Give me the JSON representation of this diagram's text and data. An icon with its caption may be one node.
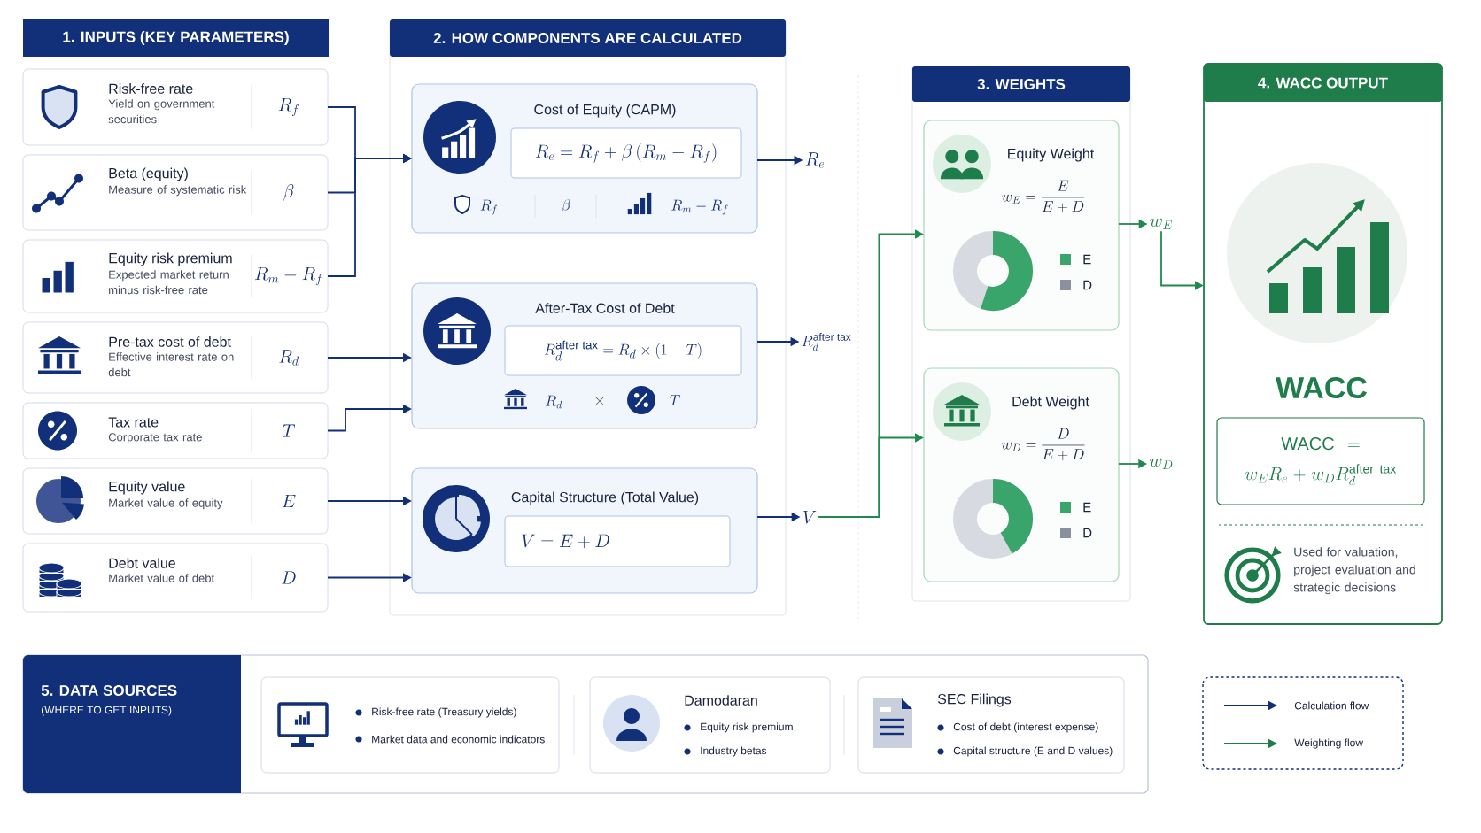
{
  "diagram": {
    "nodes": [
      {
        "text": [
          "1. INPUTS (KEY PARAMETERS)"
        ]
      },
      {
        "text": [
          "Risk-free rate",
          "Yield on government securities",
          "R_f"
        ]
      },
      {
        "text": [
          "Beta (equity)",
          "Measure of systematic risk",
          "\\beta"
        ]
      },
      {
        "text": [
          "Equity risk premium",
          "Expected market return minus risk-free rate",
          "R_m - R_f"
        ]
      },
      {
        "text": [
          "Pre-tax cost of debt",
          "Effective interest rate on debt",
          "R_d"
        ]
      },
      {
        "text": [
          "Tax rate",
          "Corporate tax rate",
          "T"
        ]
      },
      {
        "text": [
          "Equity value",
          "Market value of equity",
          "E"
        ]
      },
      {
        "text": [
          "Debt value",
          "Market value of debt",
          "D"
        ]
      },
      {
        "text": [
          "2. HOW COMPONENTS ARE CALCULATED"
        ]
      },
      {
        "text": [
          "Cost of Equity (CAPM)",
          "R_f",
          "\\beta",
          "R_m - R_f"
        ],
        "in": 8
      },
      {
        "text": [
          "R_e = R_f + \\beta\\,(R_m - R_f)"
        ],
        "in": 9
      },
      {
        "text": [
          "After-Tax Cost of Debt",
          "R_d",
          "\\times",
          "T"
        ],
        "in": 8
      },
      {
        "text": [
          "R_d^{\\text{after tax}} = R_d \\times (1 - T)"
        ],
        "in": 11
      },
      {
        "text": [
          "Capital Structure (Total Value)"
        ],
        "in": 8
      },
      {
        "text": [
          "V = E + D"
        ],
        "in": 13
      },
      {
        "text": [
          "R_e"
        ]
      },
      {
        "text": [
          "R_d^{\\text{after tax}}"
        ]
      },
      {
        "text": [
          "V"
        ]
      },
      {
        "text": [
          "3. WEIGHTS"
        ]
      },
      {
        "text": [
          "Equity Weight",
          "w_E = \\dfrac{E}{E + D}",
          "E",
          "D"
        ],
        "in": 18
      },
      {
        "text": [
          "Debt Weight",
          "w_D = \\dfrac{D}{E + D}",
          "E",
          "D"
        ],
        "in": 18
      },
      {
        "text": [
          "w_E"
        ]
      },
      {
        "text": [
          "w_D"
        ]
      },
      {
        "text": [
          "4. WACC OUTPUT",
          "WACC",
          "Used for valuation, project evaluation and strategic decisions"
        ]
      },
      {
        "text": [
          "\\text{WACC} = w_E R_e + w_D R_d^{\\text{after tax}}"
        ],
        "in": 23
      },
      {
        "text": [
          "5. DATA SOURCES",
          "(WHERE TO GET INPUTS)"
        ]
      },
      {
        "text": [
          "Risk-free rate (Treasury yields)",
          "Market data and economic indicators"
        ],
        "in": 25
      },
      {
        "text": [
          "Damodaran",
          "Equity risk premium",
          "Industry betas"
        ],
        "in": 25
      },
      {
        "text": [
          "SEC Filings",
          "Cost of debt (interest expense)",
          "Capital structure (E and D values)"
        ],
        "in": 25
      }
    ],
    "edges": [
      {
        "from": 1,
        "to": 9,
        "arrow": "to"
      },
      {
        "from": 2,
        "to": 9,
        "arrow": "to"
      },
      {
        "from": 3,
        "to": 9,
        "arrow": "to"
      },
      {
        "from": 4,
        "to": 11,
        "arrow": "to"
      },
      {
        "from": 5,
        "to": 11,
        "arrow": "to"
      },
      {
        "from": 6,
        "to": 13,
        "arrow": "to"
      },
      {
        "from": 7,
        "to": 13,
        "arrow": "to"
      },
      {
        "from": 9,
        "to": 15,
        "arrow": "to"
      },
      {
        "from": 11,
        "to": 16,
        "arrow": "to"
      },
      {
        "from": 13,
        "to": 17,
        "arrow": "to"
      },
      {
        "from": 17,
        "to": 19,
        "arrow": "to",
        "color": "#1e8a4f"
      },
      {
        "from": 17,
        "to": 20,
        "arrow": "to",
        "color": "#1e8a4f"
      },
      {
        "from": 19,
        "to": 21,
        "arrow": "to",
        "color": "#1e8a4f"
      },
      {
        "from": 20,
        "to": 22,
        "arrow": "to",
        "color": "#1e8a4f"
      },
      {
        "from": 21,
        "to": 23,
        "arrow": "to",
        "color": "#1e8a4f"
      }
    ],
    "legend": [
      {
        "text": "Calculation flow"
      },
      {
        "text": "Weighting flow"
      }
    ]
  }
}
